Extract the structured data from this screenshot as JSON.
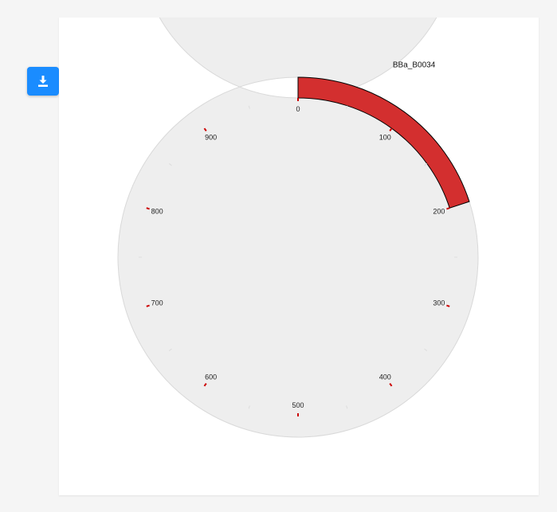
{
  "toolbar": {
    "download_icon": "download-icon",
    "accent_color": "#1a8cff"
  },
  "plasmid_map": {
    "total_length": 1000,
    "backbone_color": "#eeeeee",
    "tick_color": "#cc0000",
    "ticks": [
      {
        "pos": 0,
        "label": "0"
      },
      {
        "pos": 100,
        "label": "100"
      },
      {
        "pos": 200,
        "label": "200"
      },
      {
        "pos": 300,
        "label": "300"
      },
      {
        "pos": 400,
        "label": "400"
      },
      {
        "pos": 500,
        "label": "500"
      },
      {
        "pos": 600,
        "label": "600"
      },
      {
        "pos": 700,
        "label": "700"
      },
      {
        "pos": 800,
        "label": "800"
      },
      {
        "pos": 900,
        "label": "900"
      }
    ],
    "features": [
      {
        "name": "BBa_B0034",
        "start": 0,
        "end": 200,
        "color": "#d32f2f"
      }
    ]
  }
}
